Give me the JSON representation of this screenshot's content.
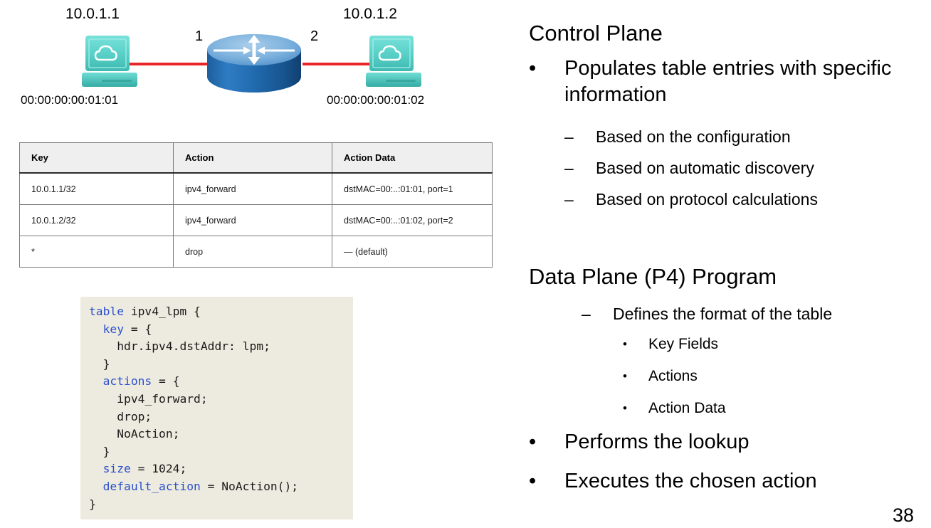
{
  "topology": {
    "left_host": {
      "ip": "10.0.1.1",
      "mac": "00:00:00:00:01:01",
      "icon": "host-laptop-cloud-icon"
    },
    "right_host": {
      "ip": "10.0.1.2",
      "mac": "00:00:00:00:01:02",
      "icon": "host-laptop-cloud-icon"
    },
    "router": {
      "icon": "router-icon",
      "port_left_label": "1",
      "port_right_label": "2"
    },
    "link_color": "#e8262a",
    "host_color": "#5fd4cc",
    "router_color": "#2a73b8"
  },
  "table": {
    "headers": [
      "Key",
      "Action",
      "Action Data"
    ],
    "rows": [
      [
        "10.0.1.1/32",
        "ipv4_forward",
        "dstMAC=00:..:01:01, port=1"
      ],
      [
        "10.0.1.2/32",
        "ipv4_forward",
        "dstMAC=00:..:01:02, port=2"
      ],
      [
        "*",
        "drop",
        "— (default)"
      ]
    ],
    "header_bg": "#efefef",
    "border_color": "#7a7a7a"
  },
  "code": {
    "language": "p4",
    "background": "#edebdf",
    "keyword_color": "#2a4fcb",
    "lines": [
      {
        "indent": 0,
        "tokens": [
          {
            "t": "table",
            "kw": true
          },
          {
            "t": " ipv4_lpm {",
            "kw": false
          }
        ]
      },
      {
        "indent": 1,
        "tokens": [
          {
            "t": "key",
            "kw": true
          },
          {
            "t": " = {",
            "kw": false
          }
        ]
      },
      {
        "indent": 2,
        "tokens": [
          {
            "t": "hdr.ipv4.dstAddr: lpm;",
            "kw": false
          }
        ]
      },
      {
        "indent": 1,
        "tokens": [
          {
            "t": "}",
            "kw": false
          }
        ]
      },
      {
        "indent": 1,
        "tokens": [
          {
            "t": "actions",
            "kw": true
          },
          {
            "t": " = {",
            "kw": false
          }
        ]
      },
      {
        "indent": 2,
        "tokens": [
          {
            "t": "ipv4_forward;",
            "kw": false
          }
        ]
      },
      {
        "indent": 2,
        "tokens": [
          {
            "t": "drop;",
            "kw": false
          }
        ]
      },
      {
        "indent": 2,
        "tokens": [
          {
            "t": "NoAction;",
            "kw": false
          }
        ]
      },
      {
        "indent": 1,
        "tokens": [
          {
            "t": "}",
            "kw": false
          }
        ]
      },
      {
        "indent": 1,
        "tokens": [
          {
            "t": "size",
            "kw": true
          },
          {
            "t": " = 1024;",
            "kw": false
          }
        ]
      },
      {
        "indent": 1,
        "tokens": [
          {
            "t": "default_action",
            "kw": true
          },
          {
            "t": " = NoAction();",
            "kw": false
          }
        ]
      },
      {
        "indent": 0,
        "tokens": [
          {
            "t": "}",
            "kw": false
          }
        ]
      }
    ]
  },
  "right_panel": {
    "control_plane_heading": "Control Plane",
    "control_plane_bullet": "Populates table entries with specific information",
    "control_plane_sub": [
      "Based on the configuration",
      "Based on automatic discovery",
      "Based on protocol calculations"
    ],
    "data_plane_heading": "Data Plane (P4) Program",
    "data_plane_sub": "Defines the format of the table",
    "data_plane_sub_sub": [
      "Key Fields",
      "Actions",
      "Action Data"
    ],
    "data_plane_bullets": [
      "Performs the lookup",
      "Executes the chosen action"
    ],
    "bullet_dot": "•",
    "bullet_dash": "–"
  },
  "slide_number": "38"
}
